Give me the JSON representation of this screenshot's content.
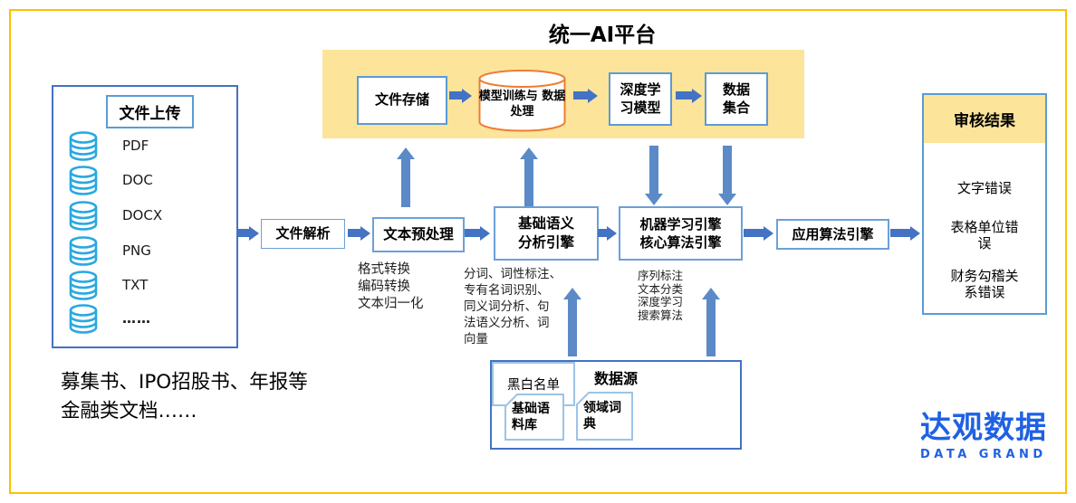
{
  "title": "统一AI平台",
  "colors": {
    "frame_gold": "#FFC000",
    "banner_yellow": "#FCE49B",
    "box_border_blue": "#5B9BD5",
    "panel_border_blue": "#4472C4",
    "arrow_blue": "#4472C4",
    "cylinder_orange": "#ED7D31",
    "db_icon_cyan": "#29A8E0",
    "logo_blue": "#2061E3"
  },
  "banner": {
    "file_storage": "文件存储",
    "model_training": {
      "line1": "模型训练与",
      "line2": "数据处理"
    },
    "deep_learning": {
      "line1": "深度学",
      "line2": "习模型"
    },
    "data_collection": {
      "line1": "数据",
      "line2": "集合"
    }
  },
  "upload": {
    "title": "文件上传",
    "items": [
      "PDF",
      "DOC",
      "DOCX",
      "PNG",
      "TXT",
      "……"
    ]
  },
  "pipeline": {
    "parse": "文件解析",
    "preprocess": "文本预处理",
    "preprocess_notes": [
      "格式转换",
      "编码转换",
      "文本归一化"
    ],
    "semantic": {
      "line1": "基础语义",
      "line2": "分析引擎"
    },
    "semantic_notes": [
      "分词、词性标注、",
      "专有名词识别、",
      "同义词分析、句",
      "法语义分析、词",
      "向量"
    ],
    "ml": {
      "line1": "机器学习引擎",
      "line2": "核心算法引擎"
    },
    "ml_notes": [
      "序列标注",
      "文本分类",
      "深度学习",
      "搜索算法"
    ],
    "applied": "应用算法引擎"
  },
  "result": {
    "title": "审核结果",
    "items": [
      "文字错误",
      "表格单位错误",
      "财务勾稽关系错误"
    ]
  },
  "datasource": {
    "title": "数据源",
    "items": [
      "基础语料库",
      "领域词典",
      "黑白名单"
    ]
  },
  "caption": {
    "line1": "募集书、IPO招股书、年报等",
    "line2": "金融类文档……"
  },
  "logo": {
    "cn": "达观数据",
    "en": "DATA GRAND"
  }
}
